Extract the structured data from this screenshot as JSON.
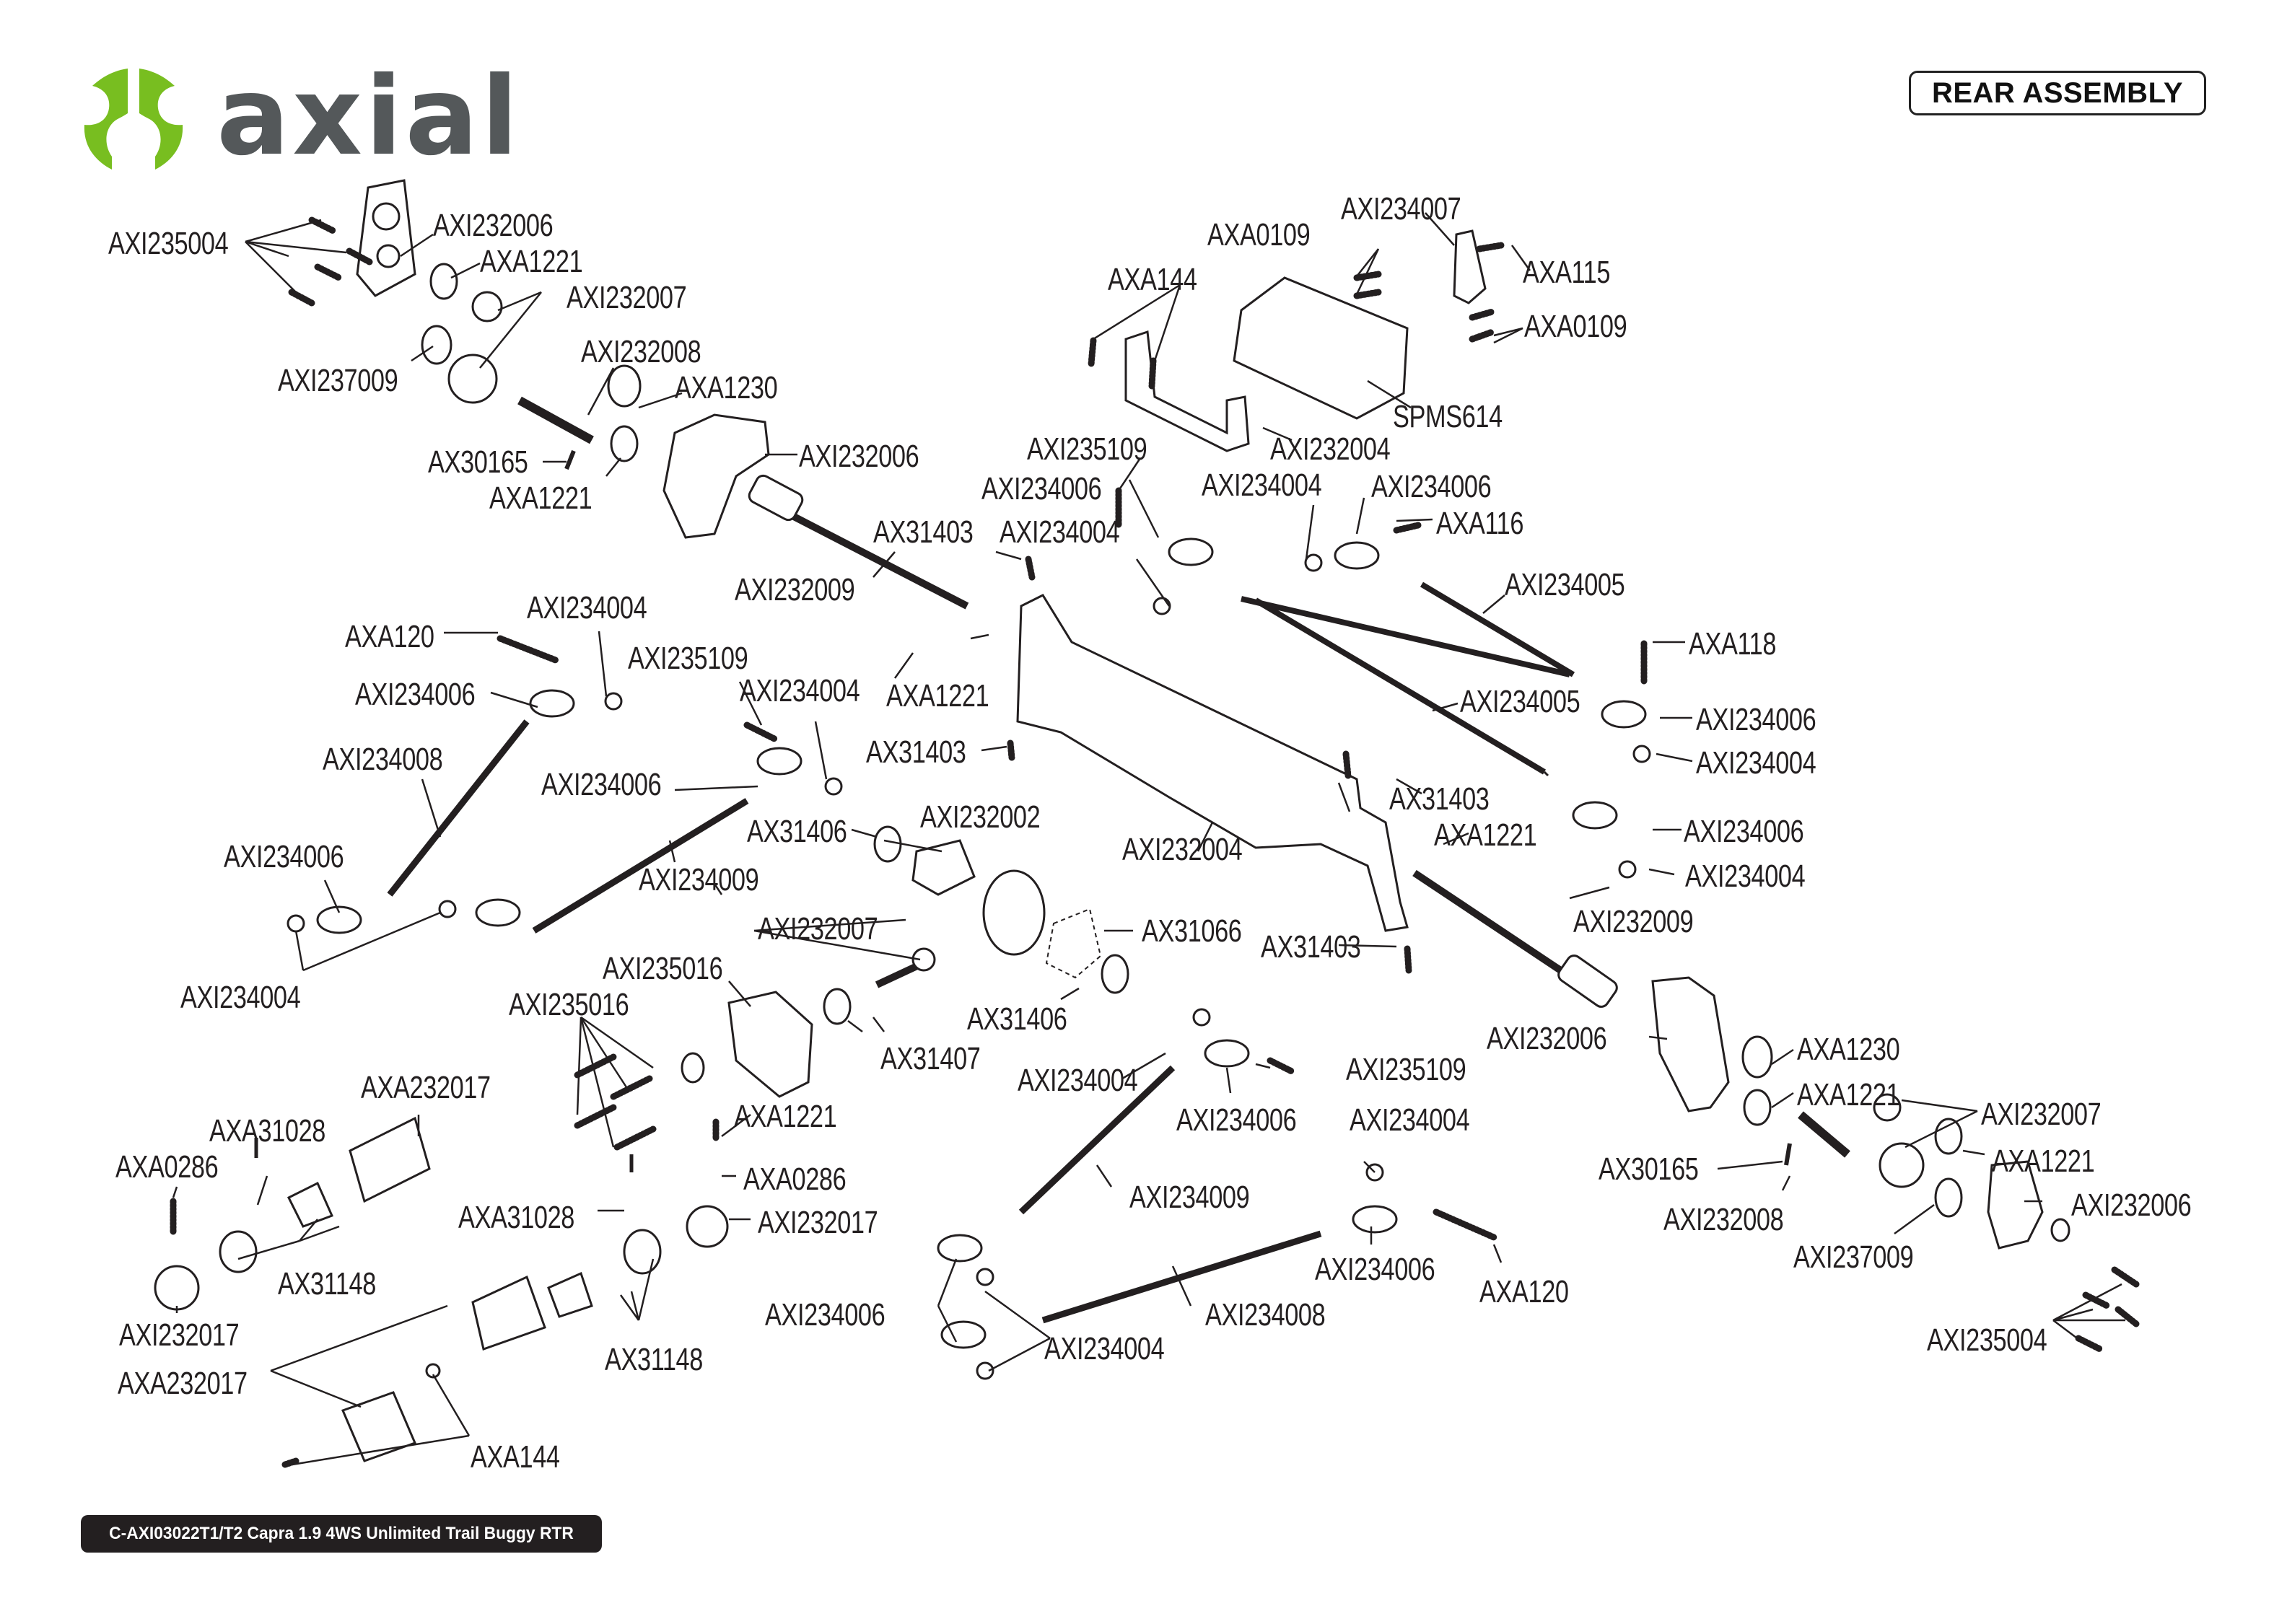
{
  "header": {
    "brand": "axial",
    "brand_colors": {
      "mark": "#78be20",
      "wordmark": "#54585a"
    },
    "section_title": "REAR ASSEMBLY"
  },
  "footer": {
    "model": "C-AXI03022T1/T2 Capra 1.9 4WS Unlimited Trail Buggy RTR"
  },
  "callouts": [
    {
      "id": "c01",
      "part": "AXI235004"
    },
    {
      "id": "c02",
      "part": "AXI232006"
    },
    {
      "id": "c03",
      "part": "AXA1221"
    },
    {
      "id": "c04",
      "part": "AXI232007"
    },
    {
      "id": "c05",
      "part": "AXI237009"
    },
    {
      "id": "c06",
      "part": "AXI232008"
    },
    {
      "id": "c07",
      "part": "AXA1230"
    },
    {
      "id": "c08",
      "part": "AX30165"
    },
    {
      "id": "c09",
      "part": "AXA1221"
    },
    {
      "id": "c10",
      "part": "AXI232006"
    },
    {
      "id": "c11",
      "part": "AXI232009"
    },
    {
      "id": "c12",
      "part": "AXI234007"
    },
    {
      "id": "c13",
      "part": "AXA0109"
    },
    {
      "id": "c14",
      "part": "AXA115"
    },
    {
      "id": "c15",
      "part": "AXA144"
    },
    {
      "id": "c16",
      "part": "AXA0109"
    },
    {
      "id": "c17",
      "part": "SPMS614"
    },
    {
      "id": "c18",
      "part": "AXI232004"
    },
    {
      "id": "c19",
      "part": "AXI235109"
    },
    {
      "id": "c20",
      "part": "AXI234006"
    },
    {
      "id": "c21",
      "part": "AXI234004"
    },
    {
      "id": "c22",
      "part": "AXI234006"
    },
    {
      "id": "c23",
      "part": "AXA116"
    },
    {
      "id": "c24",
      "part": "AX31403"
    },
    {
      "id": "c25",
      "part": "AXI234004"
    },
    {
      "id": "c26",
      "part": "AXI234005"
    },
    {
      "id": "c27",
      "part": "AXA1221"
    },
    {
      "id": "c28",
      "part": "AXA120"
    },
    {
      "id": "c29",
      "part": "AXI234004"
    },
    {
      "id": "c30",
      "part": "AXI234006"
    },
    {
      "id": "c31",
      "part": "AXI235109"
    },
    {
      "id": "c32",
      "part": "AXI234004"
    },
    {
      "id": "c33",
      "part": "AX31403"
    },
    {
      "id": "c34",
      "part": "AXI234005"
    },
    {
      "id": "c35",
      "part": "AXA118"
    },
    {
      "id": "c36",
      "part": "AXI234006"
    },
    {
      "id": "c37",
      "part": "AXI234004"
    },
    {
      "id": "c38",
      "part": "AXI234008"
    },
    {
      "id": "c39",
      "part": "AXI234006"
    },
    {
      "id": "c40",
      "part": "AX31406"
    },
    {
      "id": "c41",
      "part": "AXI232002"
    },
    {
      "id": "c42",
      "part": "AXI232004"
    },
    {
      "id": "c43",
      "part": "AX31403"
    },
    {
      "id": "c44",
      "part": "AXA1221"
    },
    {
      "id": "c45",
      "part": "AXI234006"
    },
    {
      "id": "c46",
      "part": "AXI234004"
    },
    {
      "id": "c47",
      "part": "AXI234009"
    },
    {
      "id": "c48",
      "part": "AXI234006"
    },
    {
      "id": "c49",
      "part": "AXI232007"
    },
    {
      "id": "c50",
      "part": "AX31066"
    },
    {
      "id": "c51",
      "part": "AXI232009"
    },
    {
      "id": "c52",
      "part": "AX31403"
    },
    {
      "id": "c53",
      "part": "AXI234004"
    },
    {
      "id": "c54",
      "part": "AXI235016"
    },
    {
      "id": "c55",
      "part": "AXI235016"
    },
    {
      "id": "c56",
      "part": "AX31406"
    },
    {
      "id": "c57",
      "part": "AX31407"
    },
    {
      "id": "c58",
      "part": "AXI232006"
    },
    {
      "id": "c59",
      "part": "AXA1230"
    },
    {
      "id": "c60",
      "part": "AXI234004"
    },
    {
      "id": "c61",
      "part": "AXI235109"
    },
    {
      "id": "c62",
      "part": "AXA1221"
    },
    {
      "id": "c63",
      "part": "AXI234006"
    },
    {
      "id": "c64",
      "part": "AXI232007"
    },
    {
      "id": "c65",
      "part": "AXA232017"
    },
    {
      "id": "c66",
      "part": "AXA1221"
    },
    {
      "id": "c67",
      "part": "AXA31028"
    },
    {
      "id": "c68",
      "part": "AXA0286"
    },
    {
      "id": "c69",
      "part": "AXA0286"
    },
    {
      "id": "c70",
      "part": "AXI234004"
    },
    {
      "id": "c71",
      "part": "AX30165"
    },
    {
      "id": "c72",
      "part": "AXI234009"
    },
    {
      "id": "c73",
      "part": "AXA1221"
    },
    {
      "id": "c74",
      "part": "AXI232006"
    },
    {
      "id": "c75",
      "part": "AXA31028"
    },
    {
      "id": "c76",
      "part": "AXI232017"
    },
    {
      "id": "c77",
      "part": "AXI232008"
    },
    {
      "id": "c78",
      "part": "AX31148"
    },
    {
      "id": "c79",
      "part": "AXI234006"
    },
    {
      "id": "c80",
      "part": "AXA120"
    },
    {
      "id": "c81",
      "part": "AXI237009"
    },
    {
      "id": "c82",
      "part": "AXI232017"
    },
    {
      "id": "c83",
      "part": "AXI234006"
    },
    {
      "id": "c84",
      "part": "AXI234008"
    },
    {
      "id": "c85",
      "part": "AX31148"
    },
    {
      "id": "c86",
      "part": "AXI234004"
    },
    {
      "id": "c87",
      "part": "AXI235004"
    },
    {
      "id": "c88",
      "part": "AXA232017"
    },
    {
      "id": "c89",
      "part": "AXA144"
    }
  ]
}
